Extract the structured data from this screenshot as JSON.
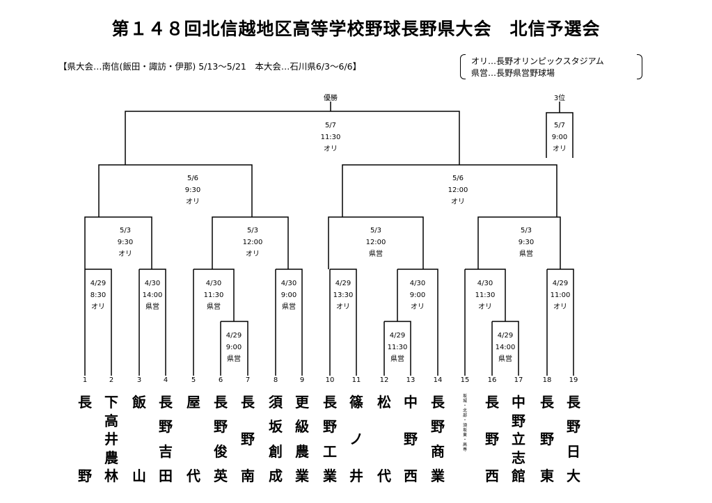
{
  "header": {
    "title": "第１４８回北信越地区高等学校野球長野県大会　北信予選会",
    "schedule": "【県大会…南信(飯田・諏訪・伊那) 5/13～5/21　本大会…石川県6/3～6/6】",
    "venue_1": "オリ…長野オリンピックスタジアム",
    "venue_2": "県営…長野県営野球場"
  },
  "labels": {
    "champion": "優勝",
    "third_place": "3位"
  },
  "games": {
    "final": {
      "date": "5/7",
      "time": "11:30",
      "venue": "オリ"
    },
    "third": {
      "date": "5/7",
      "time": "9:00",
      "venue": "オリ"
    },
    "semi_left": {
      "date": "5/6",
      "time": "9:30",
      "venue": "オリ"
    },
    "semi_right": {
      "date": "5/6",
      "time": "12:00",
      "venue": "オリ"
    },
    "qf1": {
      "date": "5/3",
      "time": "9:30",
      "venue": "オリ"
    },
    "qf2": {
      "date": "5/3",
      "time": "12:00",
      "venue": "オリ"
    },
    "qf3": {
      "date": "5/3",
      "time": "12:00",
      "venue": "県営"
    },
    "qf4": {
      "date": "5/3",
      "time": "9:30",
      "venue": "県営"
    },
    "r1": {
      "date": "4/29",
      "time": "8:30",
      "venue": "オリ"
    },
    "r2": {
      "date": "4/30",
      "time": "14:00",
      "venue": "県営"
    },
    "r3": {
      "date": "4/30",
      "time": "11:30",
      "venue": "県営"
    },
    "r4": {
      "date": "4/30",
      "time": "9:00",
      "venue": "県営"
    },
    "r5": {
      "date": "4/29",
      "time": "13:30",
      "venue": "オリ"
    },
    "r6": {
      "date": "4/30",
      "time": "9:00",
      "venue": "オリ"
    },
    "r7": {
      "date": "4/30",
      "time": "11:30",
      "venue": "オリ"
    },
    "r8": {
      "date": "4/29",
      "time": "11:00",
      "venue": "オリ"
    },
    "p1": {
      "date": "4/29",
      "time": "9:00",
      "venue": "県営"
    },
    "p2": {
      "date": "4/29",
      "time": "11:30",
      "venue": "県営"
    },
    "p3": {
      "date": "4/29",
      "time": "14:00",
      "venue": "県営"
    }
  },
  "teams": [
    {
      "num": "1",
      "name": "長野"
    },
    {
      "num": "2",
      "name": "下高井農林"
    },
    {
      "num": "3",
      "name": "飯山"
    },
    {
      "num": "4",
      "name": "長野吉田"
    },
    {
      "num": "5",
      "name": "屋代"
    },
    {
      "num": "6",
      "name": "長野俊英"
    },
    {
      "num": "7",
      "name": "長野南"
    },
    {
      "num": "8",
      "name": "須坂創成"
    },
    {
      "num": "9",
      "name": "更級農業"
    },
    {
      "num": "10",
      "name": "長野工業"
    },
    {
      "num": "11",
      "name": "篠ノ井"
    },
    {
      "num": "12",
      "name": "松代"
    },
    {
      "num": "13",
      "name": "中野西"
    },
    {
      "num": "14",
      "name": "長野商業"
    },
    {
      "num": "15",
      "name": "坂城・北部・須坂東・高専"
    },
    {
      "num": "16",
      "name": "長野西"
    },
    {
      "num": "17",
      "name": "中野立志館"
    },
    {
      "num": "18",
      "name": "長野東"
    },
    {
      "num": "19",
      "name": "長野日大"
    }
  ]
}
